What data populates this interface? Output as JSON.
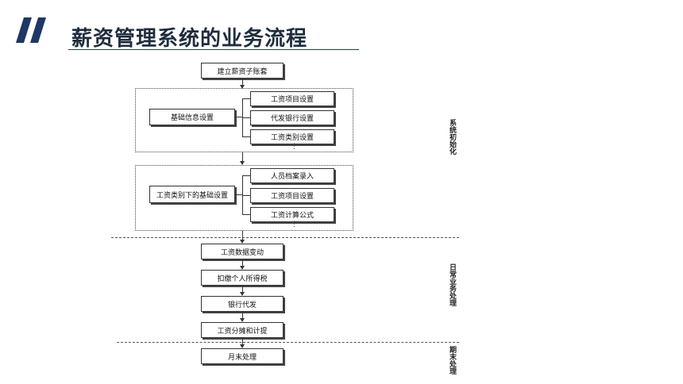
{
  "header": {
    "title": "薪资管理系统的业务流程",
    "accent_color": "#1f3864"
  },
  "flow": {
    "start": "建立薪资子账套",
    "init_group": {
      "parent": "基础信息设置",
      "children": [
        "工资项目设置",
        "代发银行设置",
        "工资类别设置"
      ],
      "more": "⋮"
    },
    "category_group": {
      "parent": "工资类别下的基础设置",
      "children": [
        "人员档案录入",
        "工资项目设置",
        "工资计算公式"
      ],
      "more": "⋮"
    },
    "daily_steps": [
      "工资数据变动",
      "扣缴个人所得税",
      "银行代发",
      "工资分摊和计提"
    ],
    "end_step": "月末处理"
  },
  "phases": {
    "init": "系统初始化",
    "daily": "日常业务处理",
    "period_end": "期末处理"
  }
}
